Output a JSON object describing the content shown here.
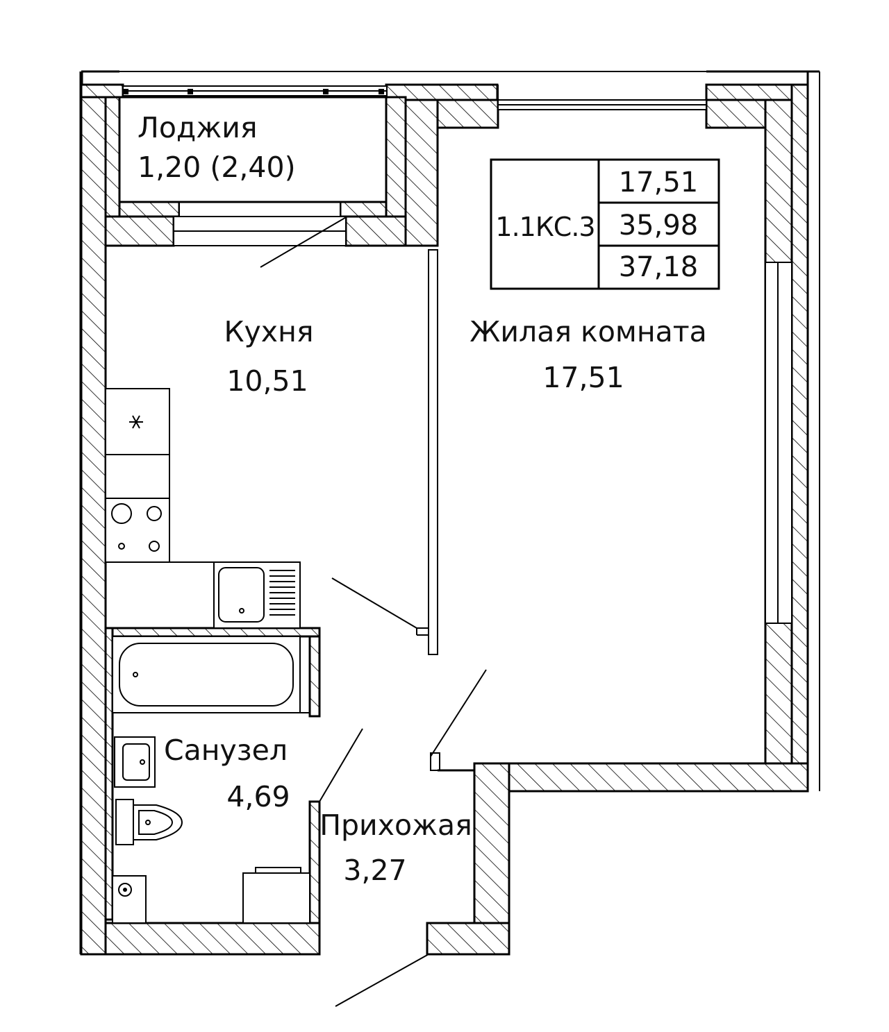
{
  "rooms": {
    "loggia": {
      "name": "Лоджия",
      "area": "1,20 (2,40)"
    },
    "kitchen": {
      "name": "Кухня",
      "area": "10,51"
    },
    "living": {
      "name": "Жилая комната",
      "area": "17,51"
    },
    "bathroom": {
      "name": "Санузел",
      "area": "4,69"
    },
    "hallway": {
      "name": "Прихожая",
      "area": "3,27"
    }
  },
  "info_box": {
    "code": "1.1КС.3",
    "values": [
      "17,51",
      "35,98",
      "37,18"
    ]
  },
  "colors": {
    "line": "#000000",
    "background": "#ffffff"
  }
}
